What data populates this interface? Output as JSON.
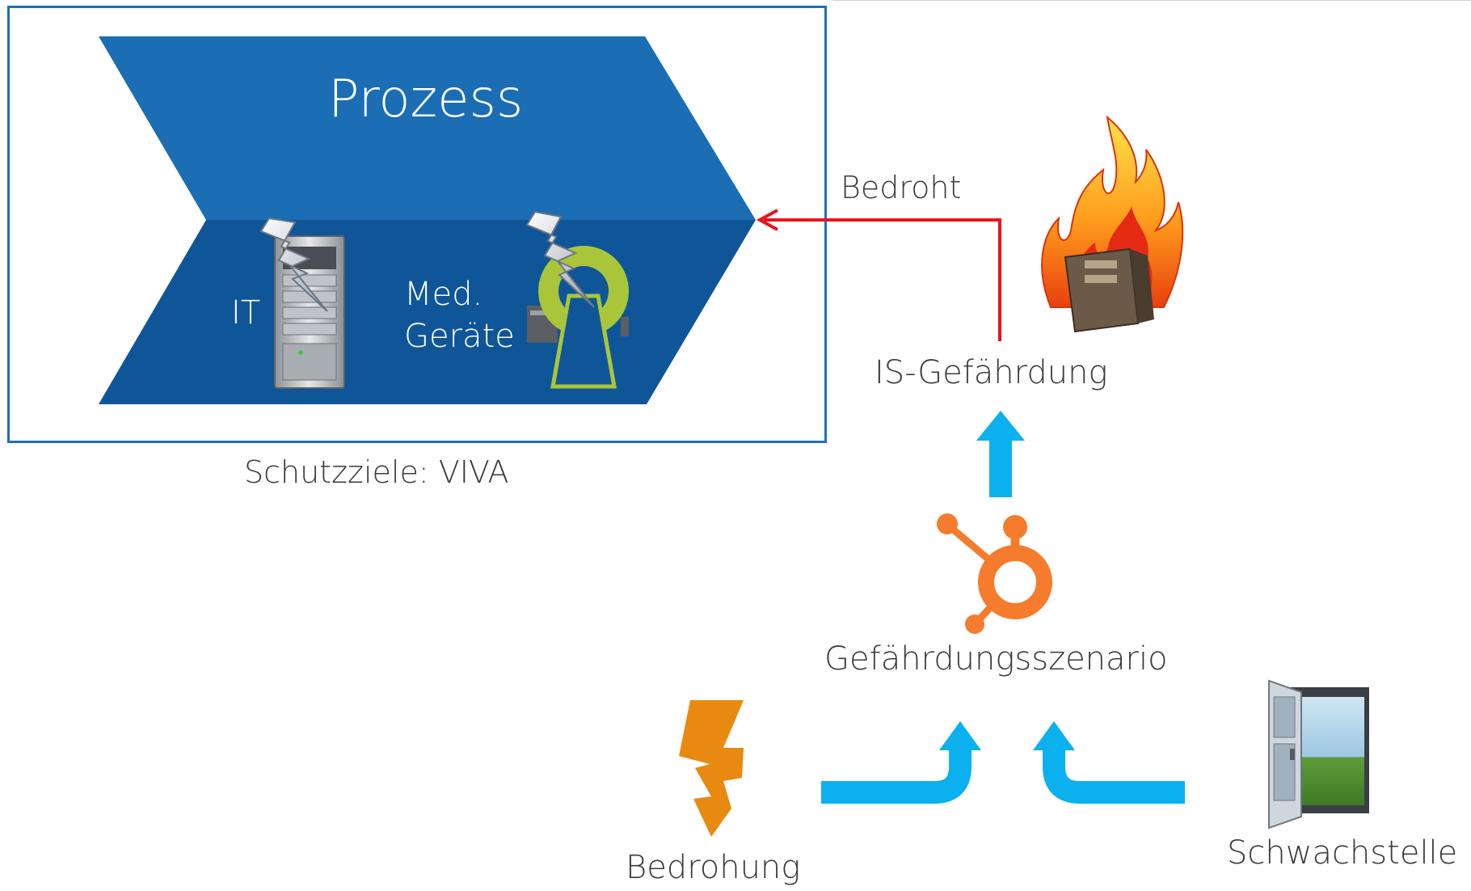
{
  "process": {
    "title": "Prozess",
    "it_label": "IT",
    "med_label_line1": "Med.",
    "med_label_line2": "Geräte"
  },
  "protection_goals": "Schutzziele: VIVA",
  "threatens_label": "Bedroht",
  "is_threat_label": "IS-Gefährdung",
  "scenario_label": "Gefährdungsszenario",
  "threat_label": "Bedrohung",
  "weakness_label": "Schwachstelle",
  "colors": {
    "chevron_top": "#1b6db4",
    "chevron_bottom": "#0f5699",
    "frame_border": "#1f6fb6",
    "red_arrow": "#e8141c",
    "cyan_arrow": "#0bb1ee",
    "hub_orange": "#f57c2d",
    "bolt_orange": "#e88a10"
  },
  "icons": [
    "server-rack-icon",
    "lightning-icon",
    "mri-scanner-icon",
    "burning-server-icon",
    "hubspot-hub-icon",
    "threat-bolt-icon",
    "open-door-icon"
  ]
}
